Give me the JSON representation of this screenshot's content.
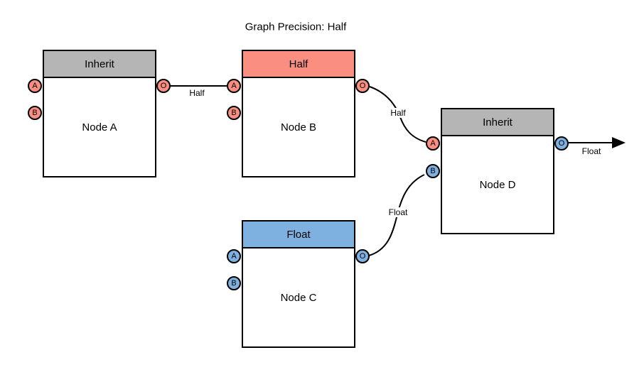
{
  "title": "Graph Precision: Half",
  "colors": {
    "background": "#FFFFFF",
    "stroke": "#000000",
    "inherit": "#B5B5B5",
    "half": "#FA8E80",
    "float": "#7EB1E0"
  },
  "nodes": [
    {
      "name": "Node A",
      "header": "Inherit",
      "header_color": "inherit",
      "ports": [
        {
          "label": "A",
          "color": "half"
        },
        {
          "label": "B",
          "color": "half"
        },
        {
          "label": "O",
          "color": "half"
        }
      ]
    },
    {
      "name": "Node B",
      "header": "Half",
      "header_color": "half",
      "ports": [
        {
          "label": "A",
          "color": "half"
        },
        {
          "label": "B",
          "color": "half"
        },
        {
          "label": "O",
          "color": "half"
        }
      ]
    },
    {
      "name": "Node C",
      "header": "Float",
      "header_color": "float",
      "ports": [
        {
          "label": "A",
          "color": "float"
        },
        {
          "label": "B",
          "color": "float"
        },
        {
          "label": "O",
          "color": "float"
        }
      ]
    },
    {
      "name": "Node D",
      "header": "Inherit",
      "header_color": "inherit",
      "ports": [
        {
          "label": "A",
          "color": "half"
        },
        {
          "label": "B",
          "color": "float"
        },
        {
          "label": "O",
          "color": "float"
        }
      ]
    }
  ],
  "edges": [
    {
      "from": "Node A.O",
      "to": "Node B.A",
      "label": "Half"
    },
    {
      "from": "Node B.O",
      "to": "Node D.A",
      "label": "Half"
    },
    {
      "from": "Node C.O",
      "to": "Node D.B",
      "label": "Float"
    },
    {
      "from": "Node D.O",
      "to": "output-arrow",
      "label": "Float"
    }
  ]
}
